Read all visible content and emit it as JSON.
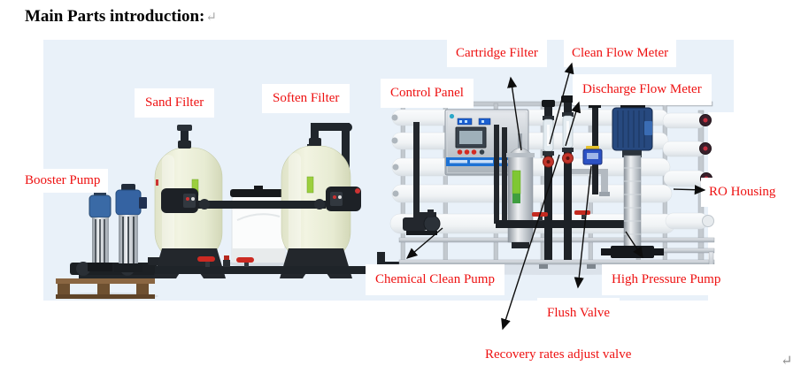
{
  "document": {
    "heading": "Main Parts introduction:",
    "heading_return_mark": "↵",
    "trailing_return_mark": "↵"
  },
  "figure": {
    "label_color": "#ee1111",
    "photo_background": "#e9f1f9",
    "labels": [
      {
        "id": "booster-pump",
        "text": "Booster Pump"
      },
      {
        "id": "sand-filter",
        "text": "Sand Filter"
      },
      {
        "id": "soften-filter",
        "text": "Soften Filter"
      },
      {
        "id": "control-panel",
        "text": "Control Panel"
      },
      {
        "id": "cartridge-filter",
        "text": "Cartridge Filter"
      },
      {
        "id": "clean-flow-meter",
        "text": "Clean Flow Meter"
      },
      {
        "id": "discharge-flow-meter",
        "text": "Discharge Flow Meter"
      },
      {
        "id": "ro-housing",
        "text": "RO Housing"
      },
      {
        "id": "chemical-clean-pump",
        "text": "Chemical Clean Pump"
      },
      {
        "id": "high-pressure-pump",
        "text": "High Pressure Pump"
      },
      {
        "id": "flush-valve",
        "text": "Flush Valve"
      },
      {
        "id": "recovery-rates-adjust-valve",
        "text": "Recovery rates adjust valve"
      }
    ]
  }
}
